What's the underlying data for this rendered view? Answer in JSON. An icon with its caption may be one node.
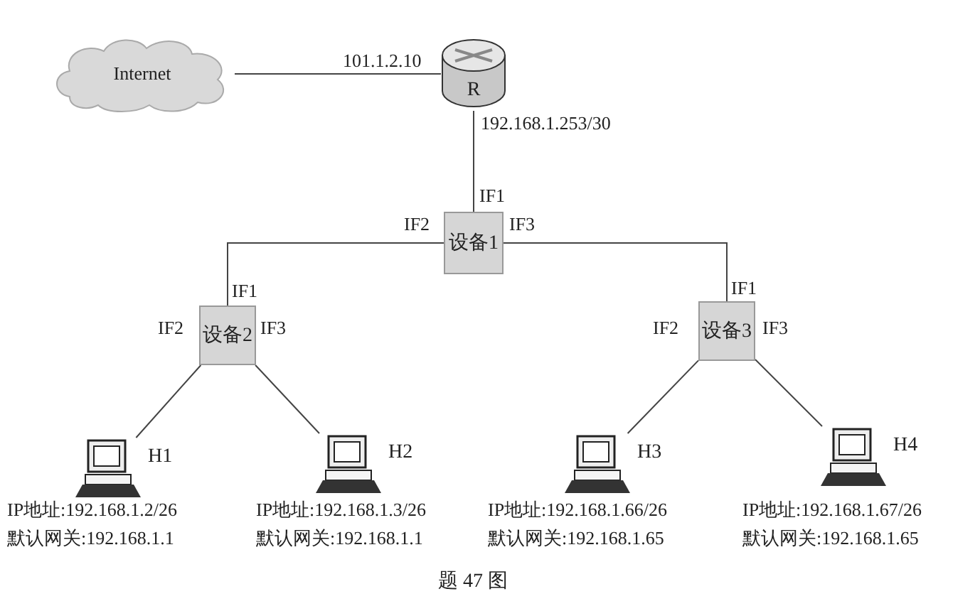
{
  "diagram": {
    "caption": "题 47 图",
    "nodes": [
      {
        "text": [
          "Internet"
        ]
      },
      {
        "text": [
          "R"
        ]
      },
      {
        "text": [
          "设备1"
        ]
      },
      {
        "text": [
          "设备2"
        ]
      },
      {
        "text": [
          "设备3"
        ]
      },
      {
        "text": [],
        "shape": "computer",
        "beside": [
          "H1",
          "IP地址:192.168.1.2/26",
          "默认网关:192.168.1.1"
        ]
      },
      {
        "text": [],
        "shape": "computer",
        "beside": [
          "H2",
          "IP地址:192.168.1.3/26",
          "默认网关:192.168.1.1"
        ]
      },
      {
        "text": [],
        "shape": "computer",
        "beside": [
          "H3",
          "IP地址:192.168.1.66/26",
          "默认网关:192.168.1.65"
        ]
      },
      {
        "text": [],
        "shape": "computer",
        "beside": [
          "H4",
          "IP地址:192.168.1.67/26",
          "默认网关:192.168.1.65"
        ]
      }
    ],
    "edges": [
      {
        "from": 0,
        "to": 1,
        "arrow": "none",
        "label": "101.1.2.10"
      },
      {
        "from": 1,
        "to": 2,
        "arrow": "none",
        "label": "192.168.1.253/30"
      },
      {
        "from": 2,
        "to": 3,
        "arrow": "none"
      },
      {
        "from": 2,
        "to": 4,
        "arrow": "none"
      },
      {
        "from": 3,
        "to": 5,
        "arrow": "none"
      },
      {
        "from": 3,
        "to": 6,
        "arrow": "none"
      },
      {
        "from": 4,
        "to": 7,
        "arrow": "none"
      },
      {
        "from": 4,
        "to": 8,
        "arrow": "none"
      }
    ],
    "labels": [
      "IF1",
      "IF2",
      "IF3",
      "IF1",
      "IF2",
      "IF3",
      "IF1",
      "IF2",
      "IF3"
    ]
  }
}
